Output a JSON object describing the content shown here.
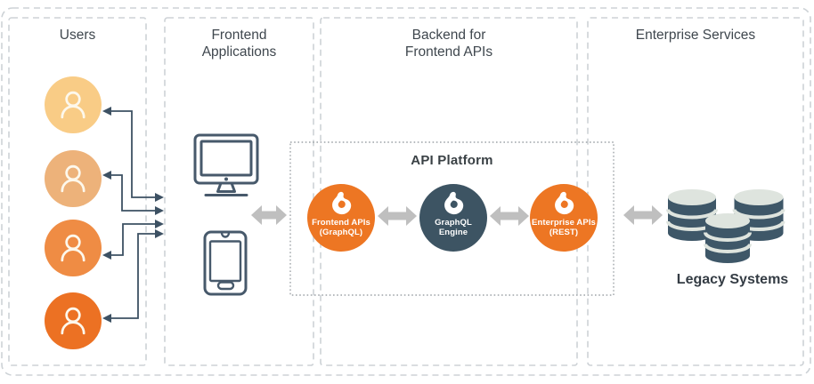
{
  "diagram": {
    "columns": [
      {
        "label": "Users"
      },
      {
        "label": "Frontend\nApplications"
      },
      {
        "label": "Backend for\nFrontend APIs"
      },
      {
        "label": "Enterprise Services"
      }
    ],
    "api_platform": {
      "title": "API Platform"
    },
    "nodes": [
      {
        "label": "Frontend APIs\n(GraphQL)",
        "color": "#ED7623"
      },
      {
        "label": "GraphQL\nEngine",
        "color": "#3D5463"
      },
      {
        "label": "Enterprise APIs\n(REST)",
        "color": "#ED7623"
      }
    ],
    "legacy_caption": "Legacy Systems",
    "icons": {
      "users": "person-icon",
      "frontend": [
        "desktop-monitor-icon",
        "tablet-icon"
      ],
      "nodes": "flame-logo-icon",
      "enterprise": "database-stack-icon"
    }
  },
  "colors": {
    "user_avatars": [
      "#F9CC86",
      "#EDB27A",
      "#EF8C44",
      "#EC7123"
    ],
    "connector_dark": "#3D5163",
    "arrow_gray": "#BFBFBF",
    "border_gray": "#CDD2D6",
    "dotted_border": "#9EA4A8",
    "device_stroke": "#47596B",
    "db_dark": "#3E5768",
    "db_light": "#DEE4DE",
    "text_dark": "#3F474E",
    "text_black": "#343C44"
  }
}
